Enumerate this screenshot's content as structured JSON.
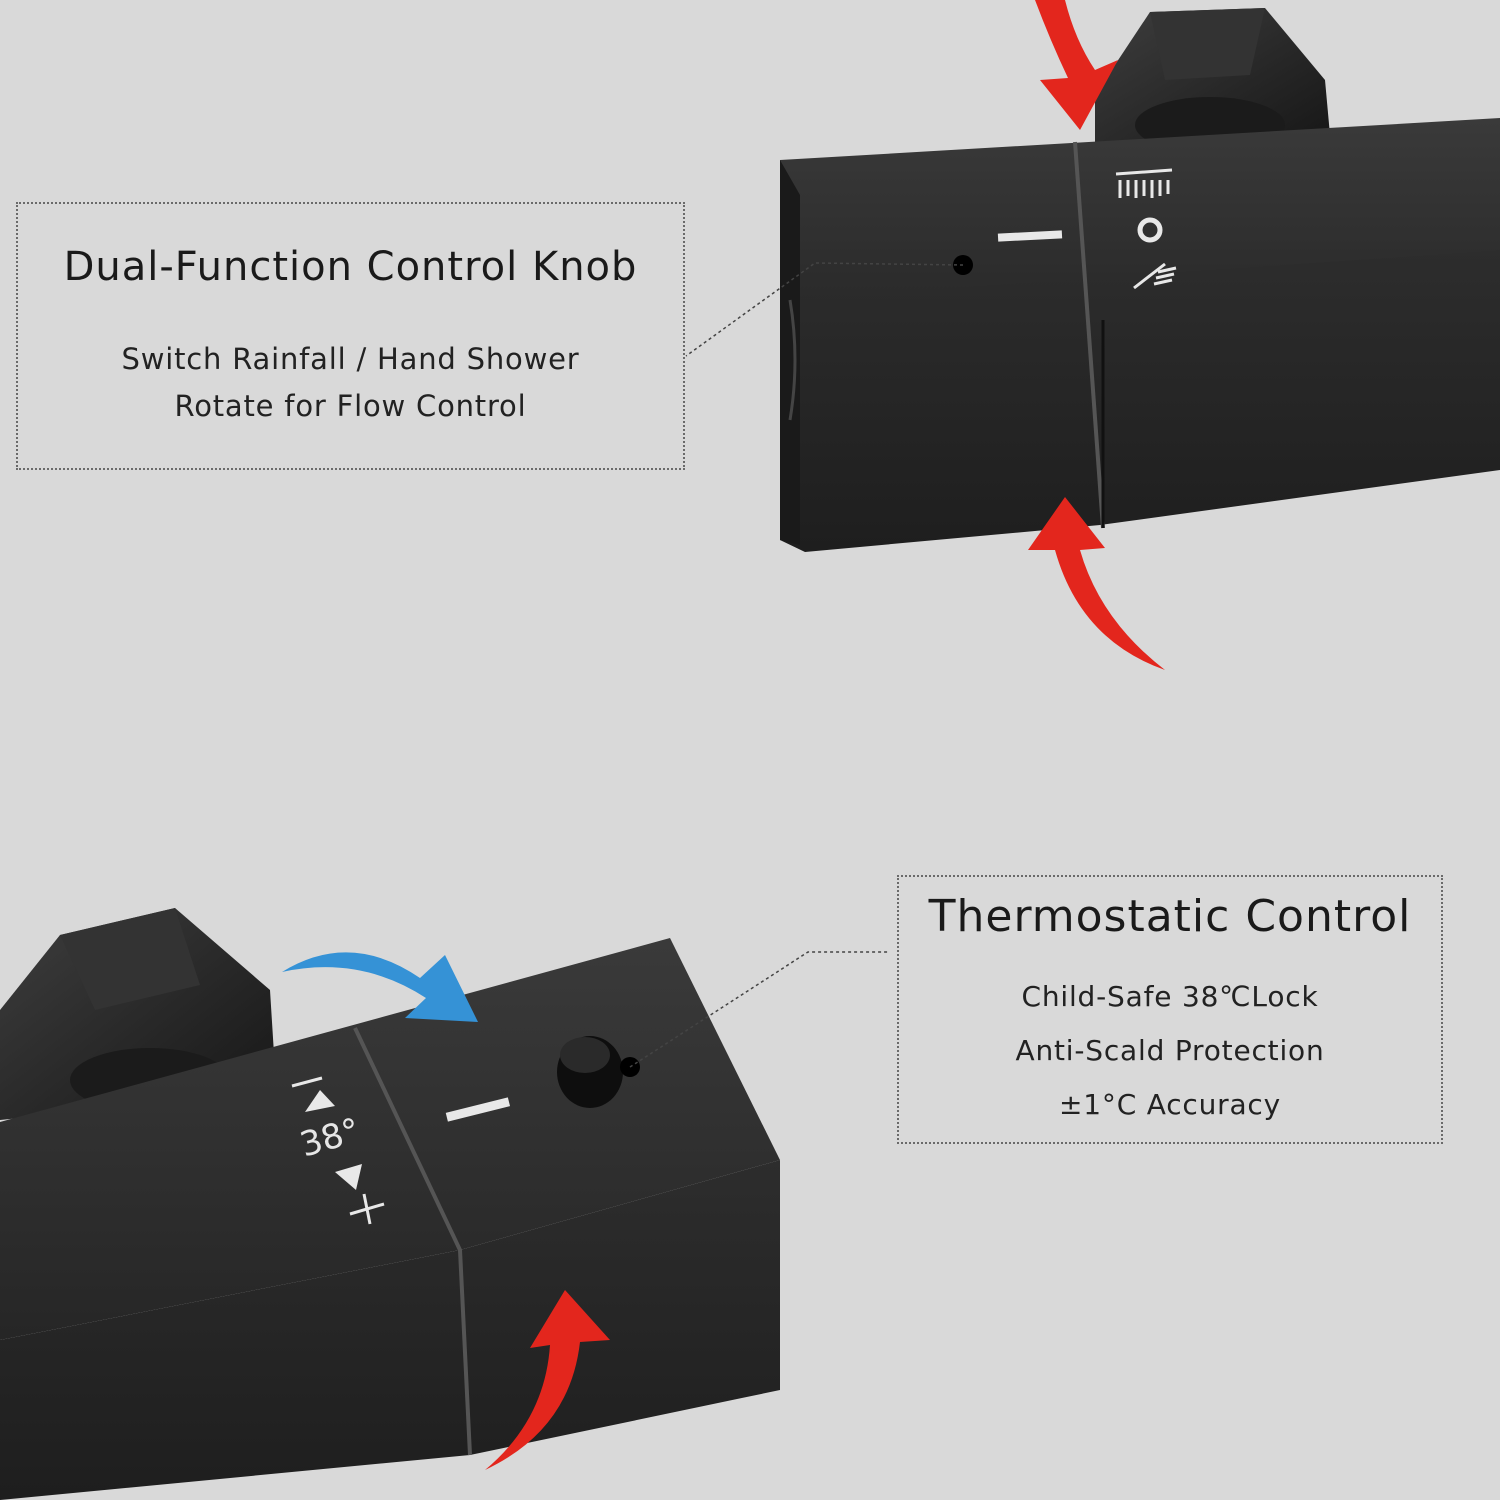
{
  "callouts": {
    "dual_function": {
      "title": "Dual-Function Control Knob",
      "lines": [
        "Switch Rainfall / Hand Shower",
        "Rotate for Flow Control"
      ]
    },
    "thermostatic": {
      "title": "Thermostatic Control",
      "lines": [
        "Child-Safe 38℃Lock",
        "Anti-Scald Protection",
        "±1°C Accuracy"
      ]
    }
  },
  "dial_markings": {
    "temperature": "38°"
  },
  "colors": {
    "background": "#d9d9d9",
    "body": "#2b2b2b",
    "arrow_red": "#e3261d",
    "arrow_blue": "#3592d6"
  },
  "icons": [
    "rainfall-shower-icon",
    "off-circle-icon",
    "hand-shower-icon",
    "plus-icon",
    "minus-icon"
  ]
}
